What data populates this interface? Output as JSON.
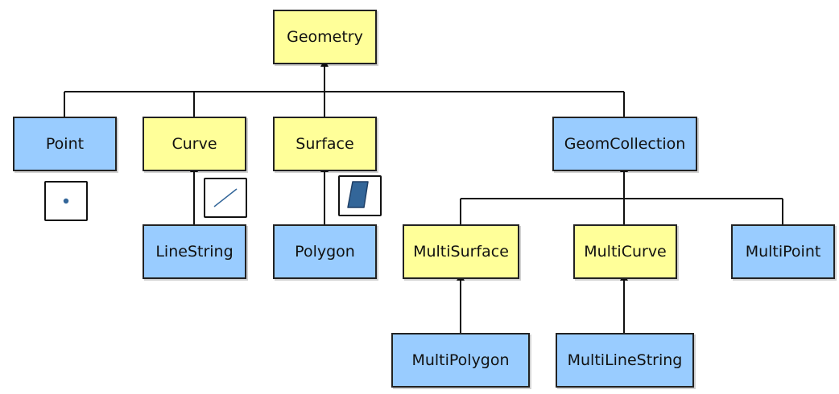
{
  "nodes": {
    "geometry": "Geometry",
    "point": "Point",
    "curve": "Curve",
    "surface": "Surface",
    "geomcollection": "GeomCollection",
    "linestring": "LineString",
    "polygon": "Polygon",
    "multisurface": "MultiSurface",
    "multicurve": "MultiCurve",
    "multipoint": "MultiPoint",
    "multipolygon": "MultiPolygon",
    "multilinestring": "MultiLineString"
  },
  "colors": {
    "abstract": "#ffff99",
    "concrete": "#99ccff",
    "icon_fill": "#336699"
  }
}
